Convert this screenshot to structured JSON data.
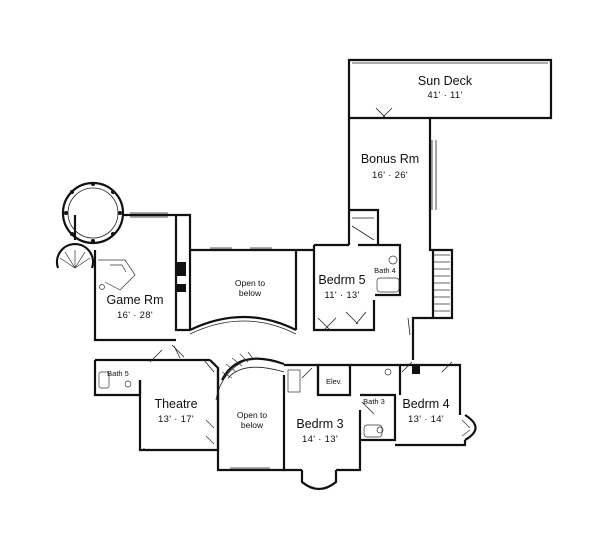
{
  "rooms": {
    "sun_deck": {
      "name": "Sun Deck",
      "dims": "41' · 11'"
    },
    "bonus_rm": {
      "name": "Bonus Rm",
      "dims": "16' · 26'"
    },
    "bedrm5": {
      "name": "Bedrm 5",
      "dims": "11' · 13'"
    },
    "bath4": {
      "name": "Bath 4"
    },
    "open_below_upper": {
      "name": "Open to below"
    },
    "game_rm": {
      "name": "Game Rm",
      "dims": "16' · 28'"
    },
    "bath5": {
      "name": "Bath 5"
    },
    "theatre": {
      "name": "Theatre",
      "dims": "13' · 17'"
    },
    "open_below_lower": {
      "name": "Open to below"
    },
    "elev": {
      "name": "Elev."
    },
    "bath3": {
      "name": "Bath 3"
    },
    "bedrm3": {
      "name": "Bedrm 3",
      "dims": "14' · 13'"
    },
    "bedrm4": {
      "name": "Bedrm 4",
      "dims": "13' · 14'"
    }
  }
}
